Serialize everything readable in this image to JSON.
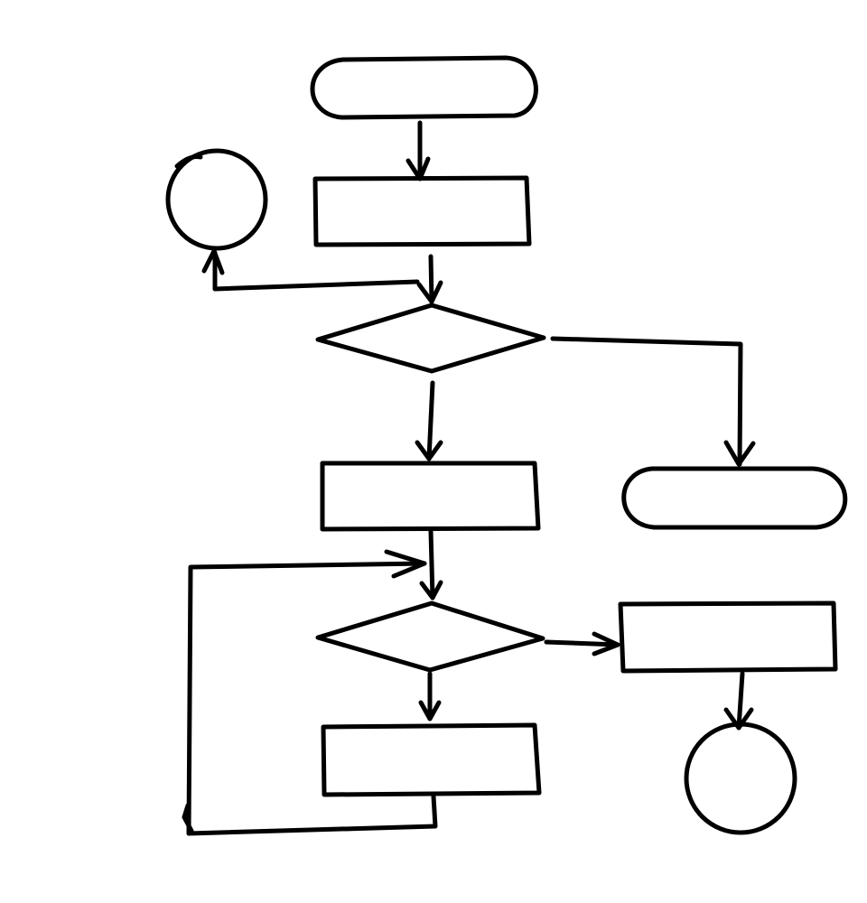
{
  "diagram": {
    "style": "hand-drawn blank flowchart template",
    "stroke_color": "#000000",
    "background_color": "#ffffff",
    "shapes": [
      {
        "id": "start-terminal",
        "kind": "terminal",
        "label": ""
      },
      {
        "id": "process-1",
        "kind": "process",
        "label": ""
      },
      {
        "id": "connector-left",
        "kind": "connector",
        "label": ""
      },
      {
        "id": "decision-1",
        "kind": "decision",
        "label": ""
      },
      {
        "id": "process-2",
        "kind": "process",
        "label": ""
      },
      {
        "id": "end-terminal-right",
        "kind": "terminal",
        "label": ""
      },
      {
        "id": "decision-2",
        "kind": "decision",
        "label": ""
      },
      {
        "id": "process-3",
        "kind": "process",
        "label": ""
      },
      {
        "id": "process-right",
        "kind": "process",
        "label": ""
      },
      {
        "id": "connector-bottom-right",
        "kind": "connector",
        "label": ""
      }
    ],
    "edges": [
      {
        "from": "start-terminal",
        "to": "process-1"
      },
      {
        "from": "process-1",
        "to": "decision-1"
      },
      {
        "from": "process-1",
        "to": "connector-left"
      },
      {
        "from": "decision-1",
        "to": "process-2"
      },
      {
        "from": "decision-1",
        "to": "end-terminal-right"
      },
      {
        "from": "process-2",
        "to": "decision-2"
      },
      {
        "from": "decision-2",
        "to": "process-3"
      },
      {
        "from": "decision-2",
        "to": "process-right"
      },
      {
        "from": "process-right",
        "to": "connector-bottom-right"
      },
      {
        "from": "process-3",
        "to": "decision-2",
        "kind": "loop-back"
      }
    ]
  }
}
